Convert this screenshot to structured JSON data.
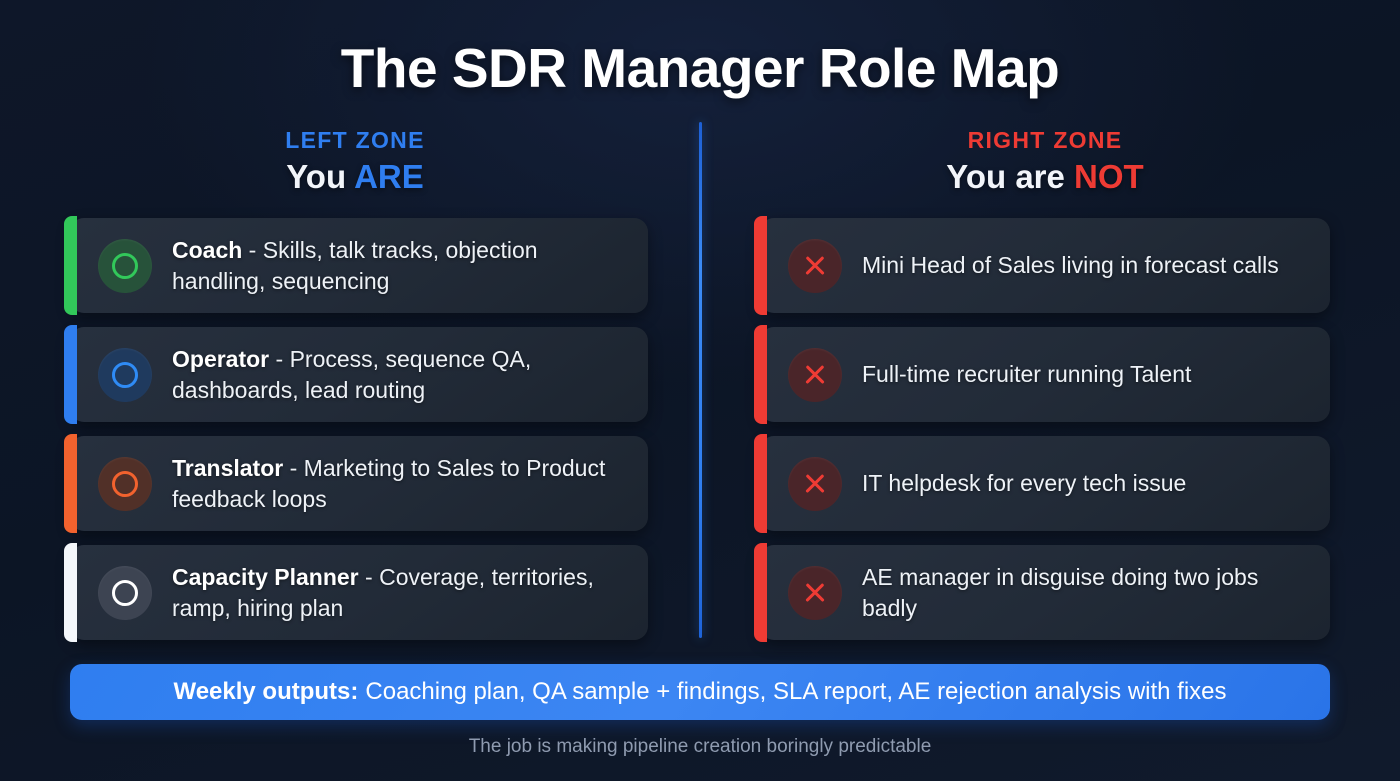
{
  "header": {
    "title": "The SDR Manager Role Map"
  },
  "divider": {
    "color": "#2f7ef0"
  },
  "zones": {
    "left": {
      "kicker": "LEFT ZONE",
      "kicker_color": "#2f7ef0",
      "sub_plain": "You ",
      "sub_accent": "ARE",
      "items": [
        {
          "lead": "Coach",
          "rest": " - Skills, talk tracks, objection handling, sequencing",
          "accent": "#32c85a",
          "badge_bg": "#27523a",
          "ring": "#32c85a",
          "icon": "circle-ring-icon"
        },
        {
          "lead": "Operator",
          "rest": " - Process, sequence QA, dashboards, lead routing",
          "accent": "#2f7ef0",
          "badge_bg": "#1f3a5e",
          "ring": "#2f8bf5",
          "icon": "circle-ring-icon"
        },
        {
          "lead": "Translator",
          "rest": " - Marketing to Sales to Product feedback loops",
          "accent": "#f2622e",
          "badge_bg": "#513028",
          "ring": "#f2622e",
          "icon": "circle-ring-icon"
        },
        {
          "lead": "Capacity Planner",
          "rest": " - Coverage, territories, ramp, hiring plan",
          "accent": "#f4f7fb",
          "badge_bg": "#3d4452",
          "ring": "#ffffff",
          "icon": "circle-ring-icon"
        }
      ]
    },
    "right": {
      "kicker": "RIGHT ZONE",
      "kicker_color": "#ee3b34",
      "sub_plain": "You are ",
      "sub_accent": "NOT",
      "items": [
        {
          "text": "Mini Head of Sales living in forecast calls",
          "accent": "#ef3b34",
          "badge_bg": "#4a2529",
          "icon": "x-mark-icon"
        },
        {
          "text": "Full-time recruiter running Talent",
          "accent": "#ef3b34",
          "badge_bg": "#4a2529",
          "icon": "x-mark-icon"
        },
        {
          "text": "IT helpdesk for every tech issue",
          "accent": "#ef3b34",
          "badge_bg": "#4a2529",
          "icon": "x-mark-icon"
        },
        {
          "text": "AE manager in disguise doing two jobs badly",
          "accent": "#ef3b34",
          "badge_bg": "#4a2529",
          "icon": "x-mark-icon"
        }
      ]
    }
  },
  "banner": {
    "lead": "Weekly outputs:",
    "text": "Coaching plan, QA sample + findings, SLA report, AE rejection analysis with fixes",
    "color": "#2f7ef0"
  },
  "footer": {
    "text": "The job is making pipeline creation boringly predictable"
  }
}
